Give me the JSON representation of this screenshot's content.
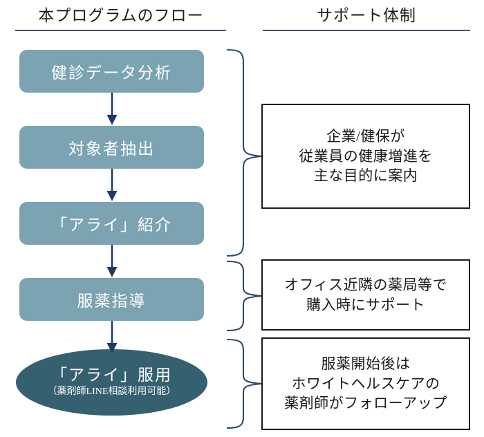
{
  "headings": {
    "left": "本プログラムのフロー",
    "right": "サポート体制"
  },
  "colors": {
    "flow_box_fill": "#7ba3b2",
    "ellipse_fill": "#35606f",
    "arrow": "#1f3864",
    "brace": "#2e4a6b",
    "heading_rule": "#44546a",
    "support_border": "#1a1a1a",
    "text_on_fill": "#ffffff",
    "text_dark": "#1a1a1a"
  },
  "flow": {
    "steps": [
      {
        "label": "健診データ分析"
      },
      {
        "label": "対象者抽出"
      },
      {
        "label": "「アライ」紹介"
      },
      {
        "label": "服薬指導"
      }
    ],
    "final": {
      "label": "「アライ」服用",
      "sublabel": "（薬剤師LINE相談利用可能）"
    }
  },
  "support": {
    "boxes": [
      {
        "lines": [
          "企業/健保が",
          "従業員の健康増進を",
          "主な目的に案内"
        ]
      },
      {
        "lines": [
          "オフィス近隣の薬局等で",
          "購入時にサポート"
        ]
      },
      {
        "lines": [
          "服薬開始後は",
          "ホワイトヘルスケアの",
          "薬剤師がフォローアップ"
        ]
      }
    ]
  }
}
